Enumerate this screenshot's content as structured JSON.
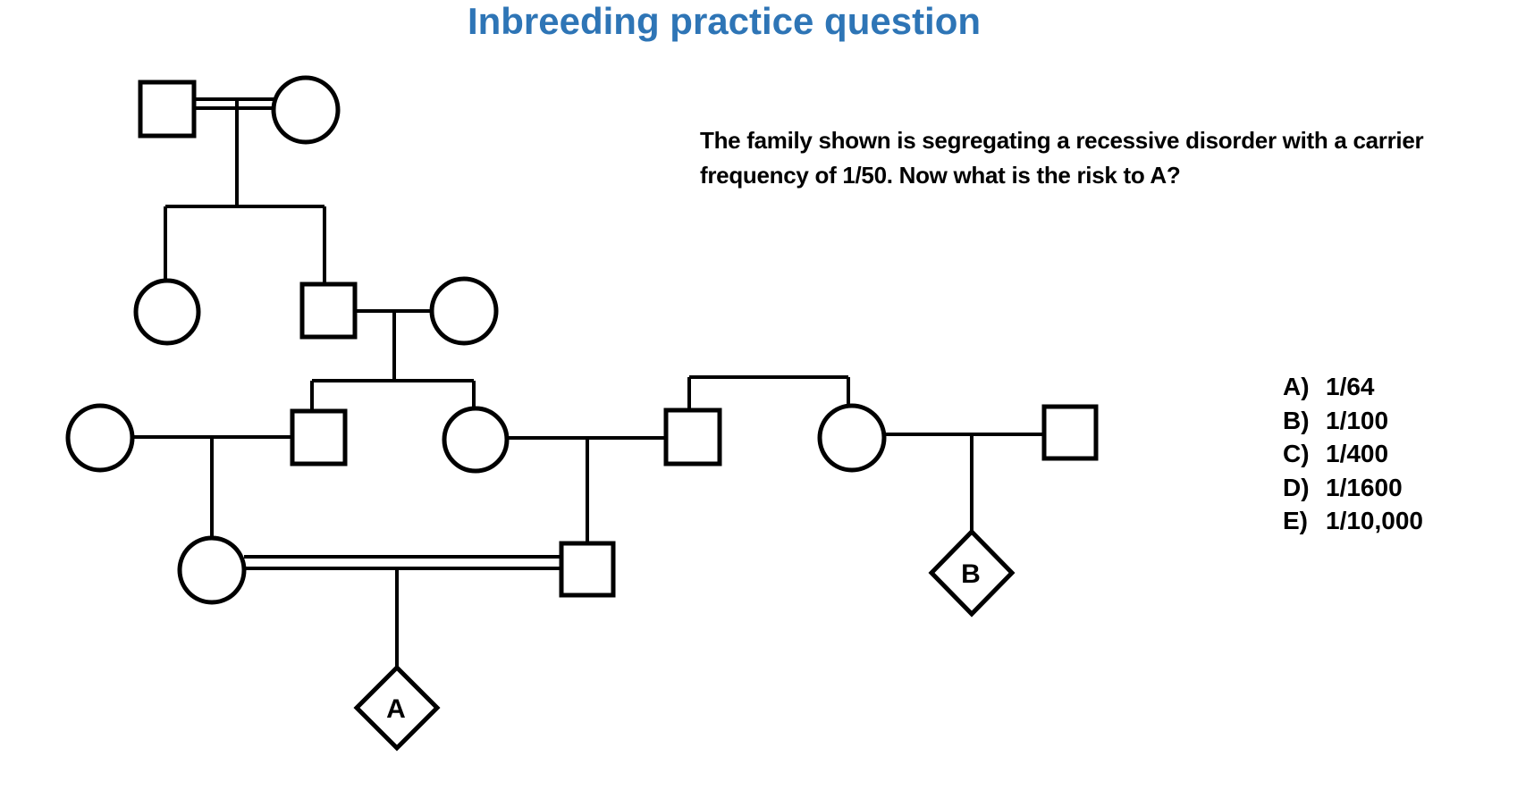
{
  "title": "Inbreeding practice question",
  "question": {
    "lines": [
      "The family shown is segregating a recessive disorder with a carrier",
      "frequency of 1/50. Now what is the risk to A?"
    ]
  },
  "options": [
    {
      "label": "A)",
      "value": "1/64"
    },
    {
      "label": "B)",
      "value": "1/100"
    },
    {
      "label": "C)",
      "value": "1/400"
    },
    {
      "label": "D)",
      "value": "1/1600"
    },
    {
      "label": "E)",
      "value": "1/10,000"
    }
  ],
  "pedigree": {
    "proband_labels": {
      "a": "A",
      "b": "B"
    },
    "symbols": {
      "square": "male",
      "circle": "female",
      "diamond": "offspring of unspecified sex",
      "double_line": "consanguineous mating",
      "single_line": "mating"
    },
    "structure": [
      "Generation I: male square mated to female circle by double (consanguineous) line; one descent line to sibship of two",
      "Generation II: left child is a female circle; right child is a male square mated (single line) to an unrelated female circle; descent line to sibship of two",
      "Generation III left family: male square mated to unrelated female circle (far left), their child is a female circle; female circle sibling mated to male square of right family, their child is a male square",
      "Right family: male square and female circle joined by a sibship bracket; the female circle mated (single line) to an unrelated male square, their child is diamond B",
      "Generation IV: female circle and male square (first cousins) mated by double consanguineous line; their child is diamond A"
    ]
  },
  "colors": {
    "title_blue": "#2E75B6",
    "ink": "#000000",
    "background": "#FFFFFF"
  }
}
